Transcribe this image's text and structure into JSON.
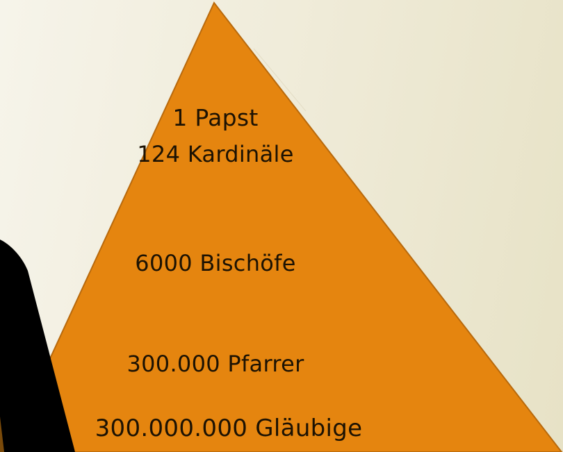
{
  "pyramid": {
    "fill_color": "#e5850f",
    "edge_color": "#b8690c",
    "levels": [
      {
        "label": "1 Papst"
      },
      {
        "label": "124 Kardinäle"
      },
      {
        "label": "6000 Bischöfe"
      },
      {
        "label": "300.000 Pfarrer"
      },
      {
        "label": "300.000.000 Gläubige"
      }
    ]
  },
  "colors": {
    "background": "#f0ecda",
    "silhouette": "#000000",
    "text": "#1c1203"
  }
}
